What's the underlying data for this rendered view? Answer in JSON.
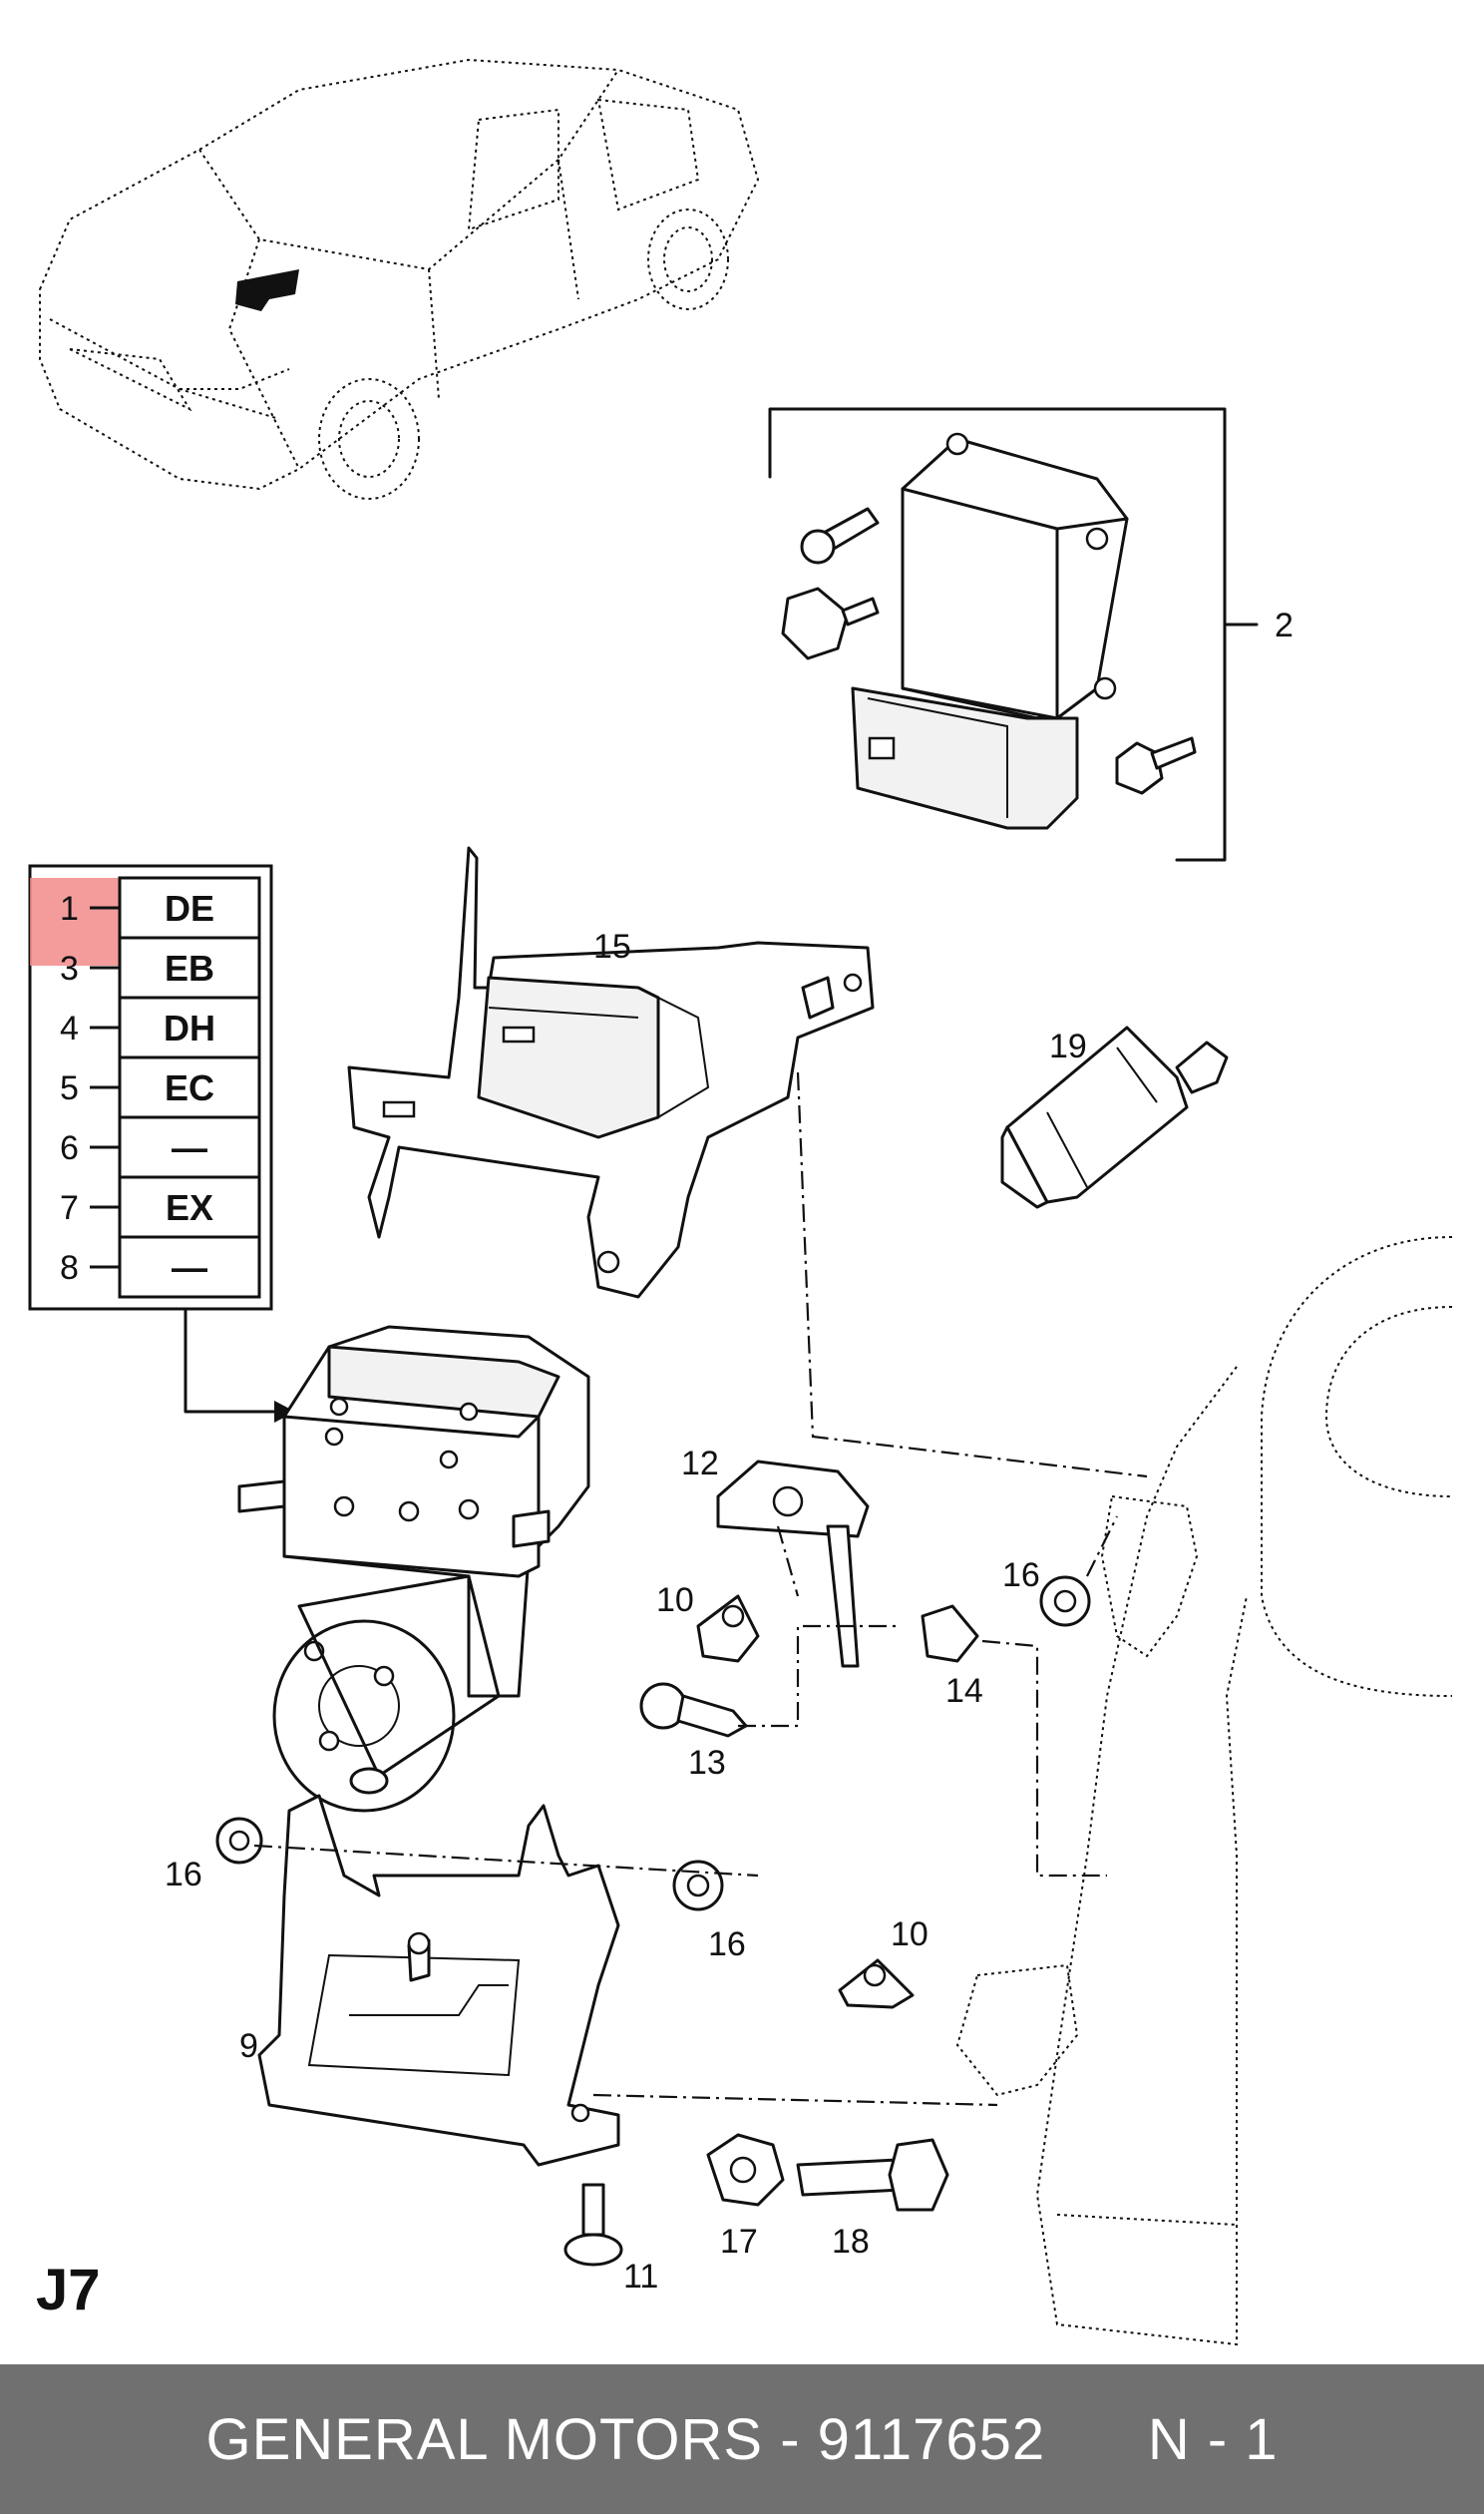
{
  "page_code": "J7",
  "footer": {
    "brand": "GENERAL MOTORS",
    "separator": " - ",
    "part_number": "9117652",
    "page_ref": "N - 1"
  },
  "highlight_color": "#f28b8b",
  "code_table": [
    {
      "num": "1",
      "code": "DE",
      "highlighted": true
    },
    {
      "num": "3",
      "code": "EB",
      "highlighted": false
    },
    {
      "num": "4",
      "code": "DH",
      "highlighted": false
    },
    {
      "num": "5",
      "code": "EC",
      "highlighted": false
    },
    {
      "num": "6",
      "code": "—",
      "highlighted": false
    },
    {
      "num": "7",
      "code": "EX",
      "highlighted": false
    },
    {
      "num": "8",
      "code": "—",
      "highlighted": false
    }
  ],
  "callouts": {
    "c2": "2",
    "c15": "15",
    "c19": "19",
    "c12": "12",
    "c10a": "10",
    "c16a": "16",
    "c14": "14",
    "c13": "13",
    "c16b": "16",
    "c16c": "16",
    "c10b": "10",
    "c9": "9",
    "c11": "11",
    "c17": "17",
    "c18": "18"
  }
}
